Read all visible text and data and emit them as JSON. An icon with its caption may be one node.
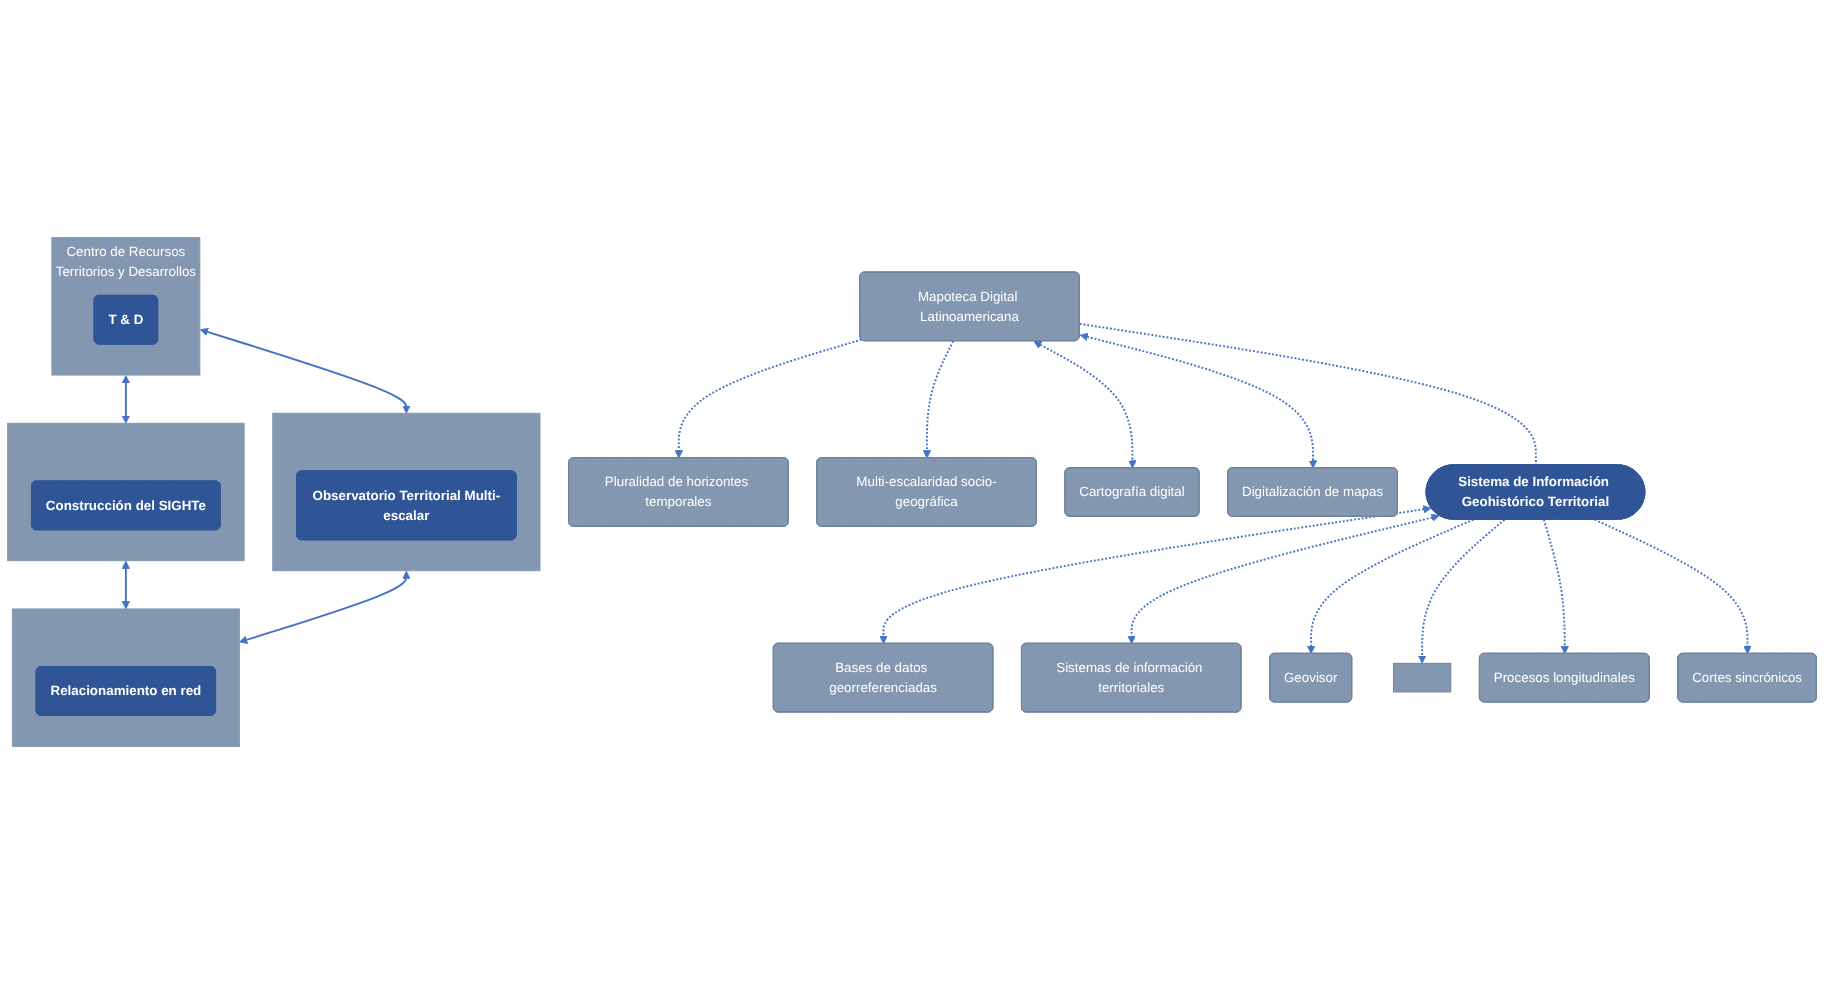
{
  "diagram": {
    "nodes": [
      {
        "text": [
          "Centro de Recursos",
          "Territorios y Desarrollos"
        ]
      },
      {
        "text": [
          "T & D"
        ],
        "in": 0
      },
      {
        "text": [],
        "shape": "box"
      },
      {
        "text": [
          "Construcción del SIGHTe"
        ],
        "in": 2
      },
      {
        "text": [
          "Pluralidad de horizontes temporales"
        ]
      },
      {
        "text": [
          "Multi-escalaridad socio-geográfica"
        ]
      },
      {
        "text": [
          "Cartografía digital"
        ]
      },
      {
        "text": [
          "Mapoteca Digital Latinoamericana"
        ]
      },
      {
        "text": [
          "Digitalización de mapas"
        ]
      },
      {
        "text": [
          "Bases de datos georreferenciadas"
        ]
      },
      {
        "text": [
          "Sistema de Información Geohistórico Territorial"
        ]
      },
      {
        "text": [
          "Sistemas de información territoriales"
        ]
      },
      {
        "text": [
          "Geovisor"
        ]
      },
      {
        "text": [],
        "shape": "box"
      },
      {
        "text": [
          "Procesos longitudinales"
        ]
      },
      {
        "text": [
          "Cortes sincrónicos"
        ]
      },
      {
        "text": [],
        "shape": "box"
      },
      {
        "text": [
          "Observatorio Territorial Multi-escalar"
        ],
        "in": 16
      },
      {
        "text": [],
        "shape": "box"
      },
      {
        "text": [
          "Relacionamiento en red"
        ],
        "in": 18
      }
    ],
    "edges": [
      {
        "from": 0,
        "to": 2,
        "arrow": "both"
      },
      {
        "from": 0,
        "to": 16,
        "arrow": "both"
      },
      {
        "from": 2,
        "to": 18,
        "arrow": "both"
      },
      {
        "from": 16,
        "to": 18,
        "arrow": "both"
      },
      {
        "from": 7,
        "to": 4,
        "arrow": "to",
        "style": "dashed"
      },
      {
        "from": 7,
        "to": 5,
        "arrow": "to",
        "style": "dashed"
      },
      {
        "from": 7,
        "to": 6,
        "arrow": "both",
        "style": "dashed"
      },
      {
        "from": 7,
        "to": 8,
        "arrow": "both",
        "style": "dashed"
      },
      {
        "from": 7,
        "to": 10,
        "arrow": "none",
        "style": "dashed"
      },
      {
        "from": 10,
        "to": 9,
        "arrow": "both",
        "style": "dashed"
      },
      {
        "from": 10,
        "to": 11,
        "arrow": "both",
        "style": "dashed"
      },
      {
        "from": 10,
        "to": 12,
        "arrow": "to",
        "style": "dashed"
      },
      {
        "from": 10,
        "to": 13,
        "arrow": "to",
        "style": "dashed"
      },
      {
        "from": 10,
        "to": 14,
        "arrow": "to",
        "style": "dashed"
      },
      {
        "from": 10,
        "to": 15,
        "arrow": "to",
        "style": "dashed"
      }
    ]
  }
}
